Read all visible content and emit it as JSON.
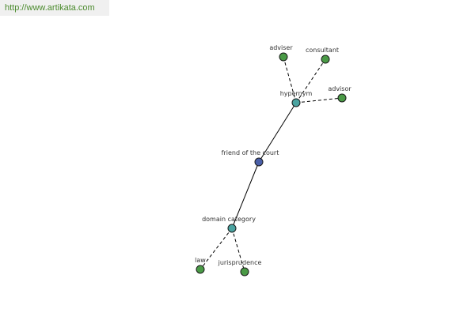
{
  "watermark": "http://www.artikata.com",
  "colors": {
    "main_node": "#4a5fa8",
    "relation_node": "#4aa3a0",
    "leaf_node": "#4a9a46"
  },
  "nodes": [
    {
      "id": "main",
      "label": "friend of the court",
      "kind": "main"
    },
    {
      "id": "hypernym",
      "label": "hypernym",
      "kind": "relation"
    },
    {
      "id": "domain",
      "label": "domain category",
      "kind": "relation"
    },
    {
      "id": "adviser",
      "label": "adviser",
      "kind": "leaf"
    },
    {
      "id": "consultant",
      "label": "consultant",
      "kind": "leaf"
    },
    {
      "id": "advisor",
      "label": "advisor",
      "kind": "leaf"
    },
    {
      "id": "law",
      "label": "law",
      "kind": "leaf"
    },
    {
      "id": "jurisprudence",
      "label": "jurisprudence",
      "kind": "leaf"
    }
  ],
  "edges": [
    {
      "from": "main",
      "to": "hypernym",
      "style": "solid"
    },
    {
      "from": "main",
      "to": "domain",
      "style": "solid"
    },
    {
      "from": "hypernym",
      "to": "adviser",
      "style": "dashed"
    },
    {
      "from": "hypernym",
      "to": "consultant",
      "style": "dashed"
    },
    {
      "from": "hypernym",
      "to": "advisor",
      "style": "dashed"
    },
    {
      "from": "domain",
      "to": "law",
      "style": "dashed"
    },
    {
      "from": "domain",
      "to": "jurisprudence",
      "style": "dashed"
    }
  ]
}
